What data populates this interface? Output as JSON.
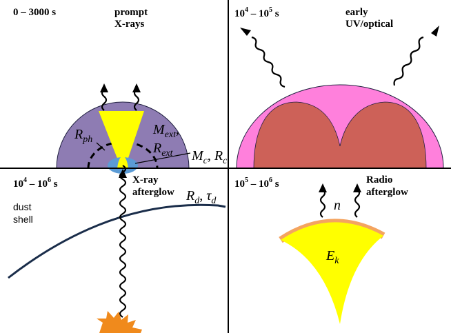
{
  "panels": {
    "top_left": {
      "time": {
        "base1": "0",
        "dash": " – ",
        "base2": "3000 s"
      },
      "phase_line1": "prompt",
      "phase_line2": "X-rays",
      "labels": {
        "r_ph": "R",
        "r_ph_sub": "ph",
        "m_ext": "M",
        "m_ext_sub": "ext",
        "r_ext": "R",
        "r_ext_sub": "ext",
        "comma": ",",
        "m_c": "M",
        "m_c_sub": "c",
        "sep": ", ",
        "r_c": "R",
        "r_c_sub": "c"
      }
    },
    "top_right": {
      "time": {
        "base1": "10",
        "exp1": "4",
        "dash": " – ",
        "base2": "10",
        "exp2": "5",
        "unit": " s"
      },
      "phase_line1": "early",
      "phase_line2": "UV/optical"
    },
    "bottom_left": {
      "time": {
        "base1": "10",
        "exp1": "4",
        "dash": " – ",
        "base2": "10",
        "exp2": "6",
        "unit": " s"
      },
      "phase_line1": "X-ray",
      "phase_line2": "afterglow",
      "shell_line1": "dust",
      "shell_line2": "shell",
      "labels": {
        "r_d": "R",
        "r_d_sub": "d",
        "sep": ", ",
        "tau": "τ",
        "tau_sub": "d"
      }
    },
    "bottom_right": {
      "time": {
        "base1": "10",
        "exp1": "5",
        "dash": " – ",
        "base2": "10",
        "exp2": "6",
        "unit": " s"
      },
      "phase_line1": "Radio",
      "phase_line2": "afterglow",
      "labels": {
        "n": "n",
        "e_k": "E",
        "e_k_sub": "k"
      }
    }
  },
  "colors": {
    "purple_dome": "#8e7cb3",
    "pink_dome": "#ff80dc",
    "red_dome": "#cd6158",
    "yellow": "#ffff00",
    "blue_core": "#5b9bd5",
    "dust_shell": "#1a2d4a",
    "orange_rim": "#f4a460",
    "star": "#f08a1c",
    "divider": "#000000"
  }
}
